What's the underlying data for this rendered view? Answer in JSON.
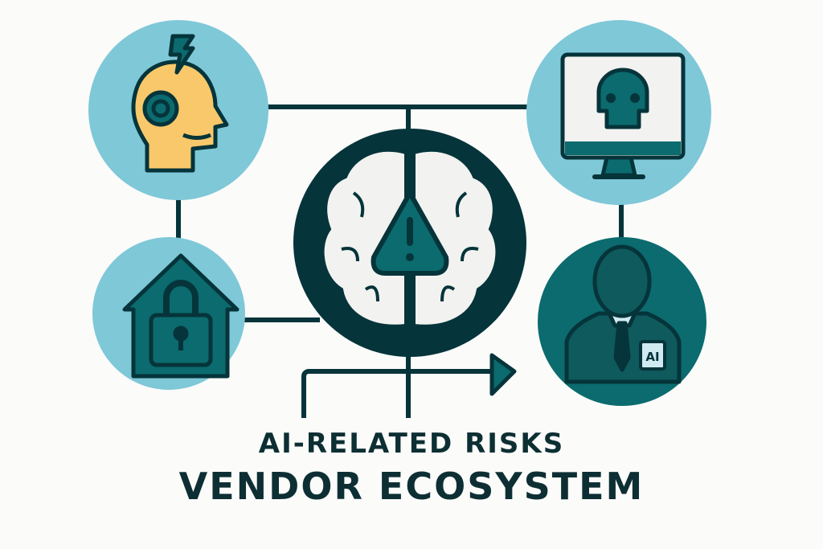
{
  "title": {
    "line1": "AI-RELATED RISKS",
    "line2": "VENDOR ECOSYSTEM"
  },
  "nodes": [
    {
      "id": "human-head",
      "icon": "head-lightning-icon"
    },
    {
      "id": "home-security",
      "icon": "house-lock-icon"
    },
    {
      "id": "ai-brain-warning",
      "icon": "brain-warning-icon"
    },
    {
      "id": "malware",
      "icon": "monitor-skull-icon"
    },
    {
      "id": "ai-vendor",
      "icon": "businessman-ai-icon",
      "badge": "AI"
    }
  ],
  "colors": {
    "dark": "#05343a",
    "teal": "#0b6b6e",
    "light_blue": "#7fc8d8",
    "skin": "#f8c86a",
    "background": "#fbfbfa"
  }
}
